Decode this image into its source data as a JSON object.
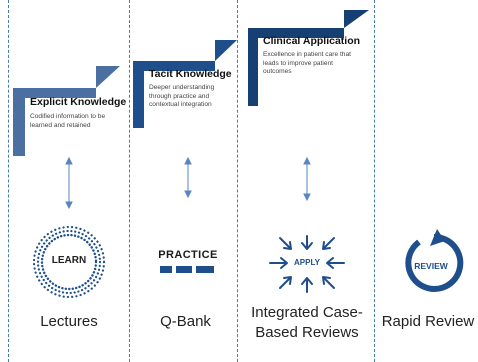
{
  "steps": [
    {
      "title": "Explicit Knowledge",
      "description": "Codified information to be learned and retained"
    },
    {
      "title": "Tacit Knowledge",
      "description": "Deeper understanding through practice and contextual integration"
    },
    {
      "title": "Clinical Application",
      "description": "Excellence in patient care that leads to improve patient outcomes"
    }
  ],
  "icons": {
    "learn": "LEARN",
    "practice": "PRACTICE",
    "apply": "APPLY",
    "review": "REVIEW"
  },
  "columns": [
    {
      "label": "Lectures"
    },
    {
      "label": "Q-Bank"
    },
    {
      "label_line1": "Integrated Case-",
      "label_line2": "Based Reviews"
    },
    {
      "label": "Rapid Review"
    }
  ],
  "colors": {
    "step1": "#4a6fa0",
    "step2": "#1f4f8a",
    "step3": "#163f74",
    "arrow": "#5a85c3",
    "divider": "#4a78b8",
    "icon": "#1e4f8c"
  }
}
